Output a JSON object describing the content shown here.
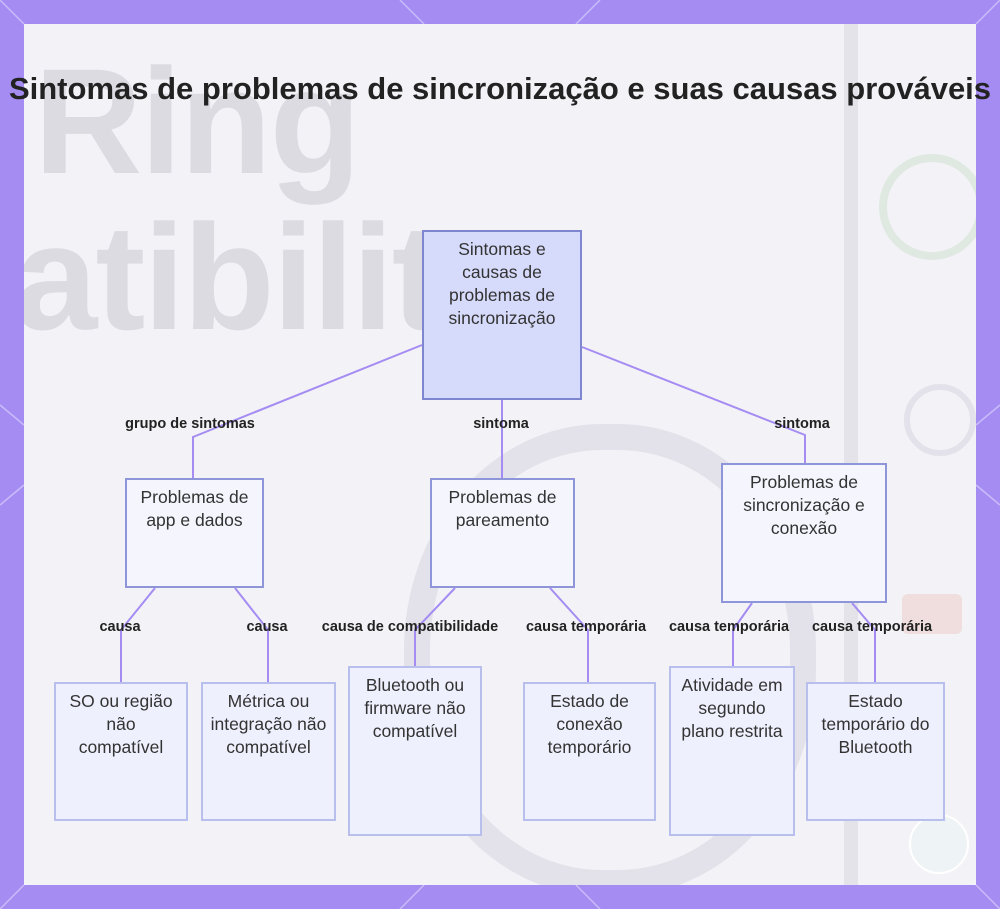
{
  "title": "Sintomas de problemas de sincronização e suas causas prováveis",
  "nodes": {
    "root": "Sintomas e causas de problemas de sincronização",
    "app_dados": "Problemas de app e dados",
    "pareamento": "Problemas de pareamento",
    "sinc_conexao": "Problemas de sincronização e conexão",
    "so_regiao": "SO ou região não compatível",
    "metrica": "Métrica ou integração não compatível",
    "bluetooth_fw": "Bluetooth ou firmware não compatível",
    "conexao_temp": "Estado de conexão temporário",
    "atividade": "Atividade em segundo plano restrita",
    "bt_temp": "Estado temporário do Bluetooth"
  },
  "edges": {
    "grupo_sintomas": "grupo de sintomas",
    "sintoma_1": "sintoma",
    "sintoma_2": "sintoma",
    "causa_1": "causa",
    "causa_2": "causa",
    "causa_compat": "causa de compatibilidade",
    "causa_temp_1": "causa temporária",
    "causa_temp_2": "causa temporária",
    "causa_temp_3": "causa temporária"
  },
  "colors": {
    "frame": "#a48cf3",
    "edge": "#a48cf3",
    "root_fill": "#d7dbfb",
    "node_border": "#8e95d8"
  }
}
